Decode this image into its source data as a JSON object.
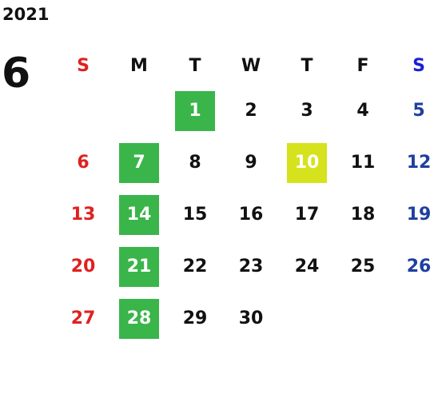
{
  "year": "2021",
  "month": "6",
  "colors": {
    "sunday": "#e02020",
    "saturday": "#1f3fa0",
    "highlight_green": "#3ab54a",
    "highlight_lime": "#d6e21c"
  },
  "weekdays": [
    "S",
    "M",
    "T",
    "W",
    "T",
    "F",
    "S"
  ],
  "weeks": [
    [
      {
        "d": ""
      },
      {
        "d": ""
      },
      {
        "d": "1",
        "hl": "green"
      },
      {
        "d": "2"
      },
      {
        "d": "3"
      },
      {
        "d": "4"
      },
      {
        "d": "5"
      }
    ],
    [
      {
        "d": "6"
      },
      {
        "d": "7",
        "hl": "green"
      },
      {
        "d": "8"
      },
      {
        "d": "9"
      },
      {
        "d": "10",
        "hl": "lime"
      },
      {
        "d": "11"
      },
      {
        "d": "12"
      }
    ],
    [
      {
        "d": "13"
      },
      {
        "d": "14",
        "hl": "green"
      },
      {
        "d": "15"
      },
      {
        "d": "16"
      },
      {
        "d": "17"
      },
      {
        "d": "18"
      },
      {
        "d": "19"
      }
    ],
    [
      {
        "d": "20"
      },
      {
        "d": "21",
        "hl": "green"
      },
      {
        "d": "22"
      },
      {
        "d": "23"
      },
      {
        "d": "24"
      },
      {
        "d": "25"
      },
      {
        "d": "26"
      }
    ],
    [
      {
        "d": "27"
      },
      {
        "d": "28",
        "hl": "green"
      },
      {
        "d": "29"
      },
      {
        "d": "30"
      },
      {
        "d": ""
      },
      {
        "d": ""
      },
      {
        "d": ""
      }
    ]
  ]
}
